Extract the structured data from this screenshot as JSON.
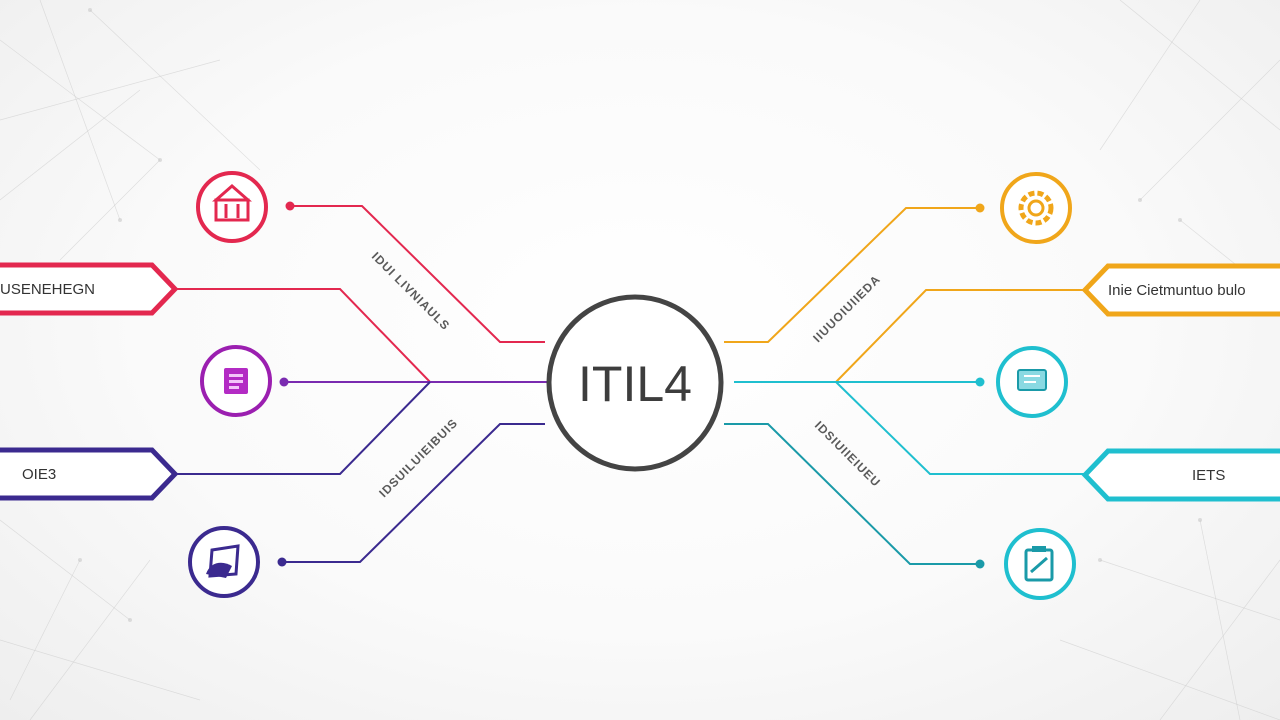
{
  "center": {
    "label": "ITIL4"
  },
  "colors": {
    "red": "#e3284f",
    "purple": "#9b1fb0",
    "indigo": "#3b2a8f",
    "orange": "#f0a61a",
    "teal": "#1fbfcf",
    "center_ring": "#444444"
  },
  "left_tags": [
    {
      "label": "USENEHEGN",
      "color": "#e3284f"
    },
    {
      "label": "OIE3",
      "color": "#3b2a8f"
    }
  ],
  "right_tags": [
    {
      "label": "Inie Cietmuntuo bulo",
      "color": "#f0a61a"
    },
    {
      "label": "IETS",
      "color": "#1fbfcf"
    }
  ],
  "left_icons": [
    {
      "name": "shop-icon",
      "color": "#e3284f"
    },
    {
      "name": "board-icon",
      "color": "#9b1fb0"
    },
    {
      "name": "document-icon",
      "color": "#3b2a8f"
    }
  ],
  "right_icons": [
    {
      "name": "gear-icon",
      "color": "#f0a61a"
    },
    {
      "name": "monitor-icon",
      "color": "#1fbfcf"
    },
    {
      "name": "clipboard-icon",
      "color": "#1fbfcf"
    }
  ],
  "branch_labels": [
    {
      "text": "IDUI LIVNIAULS"
    },
    {
      "text": "IDSUILUIEIBUIS"
    },
    {
      "text": "IIUUOIUIIEDA"
    },
    {
      "text": "IDSIUIIEIUEU"
    }
  ]
}
